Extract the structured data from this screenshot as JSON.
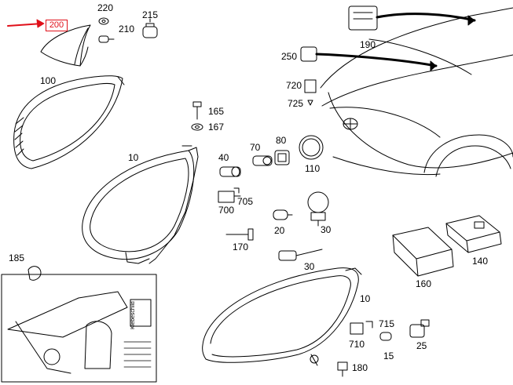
{
  "highlighted_part": {
    "label": "200",
    "accent_color": "#e0101a"
  },
  "part_labels": [
    {
      "id": "220",
      "text": "220"
    },
    {
      "id": "215",
      "text": "215"
    },
    {
      "id": "210",
      "text": "210"
    },
    {
      "id": "190",
      "text": "190"
    },
    {
      "id": "250",
      "text": "250"
    },
    {
      "id": "100",
      "text": "100"
    },
    {
      "id": "720",
      "text": "720"
    },
    {
      "id": "725",
      "text": "725"
    },
    {
      "id": "165",
      "text": "165"
    },
    {
      "id": "167",
      "text": "167"
    },
    {
      "id": "10a",
      "text": "10"
    },
    {
      "id": "40",
      "text": "40"
    },
    {
      "id": "70",
      "text": "70"
    },
    {
      "id": "80",
      "text": "80"
    },
    {
      "id": "110",
      "text": "110"
    },
    {
      "id": "700",
      "text": "700"
    },
    {
      "id": "705",
      "text": "705"
    },
    {
      "id": "20",
      "text": "20"
    },
    {
      "id": "30a",
      "text": "30"
    },
    {
      "id": "170",
      "text": "170"
    },
    {
      "id": "140",
      "text": "140"
    },
    {
      "id": "185",
      "text": "185"
    },
    {
      "id": "30b",
      "text": "30"
    },
    {
      "id": "160",
      "text": "160"
    },
    {
      "id": "10b",
      "text": "10"
    },
    {
      "id": "715",
      "text": "715"
    },
    {
      "id": "710",
      "text": "710"
    },
    {
      "id": "25",
      "text": "25"
    },
    {
      "id": "15",
      "text": "15"
    },
    {
      "id": "180",
      "text": "180"
    }
  ],
  "label_sticker_text": "Klebeschild"
}
